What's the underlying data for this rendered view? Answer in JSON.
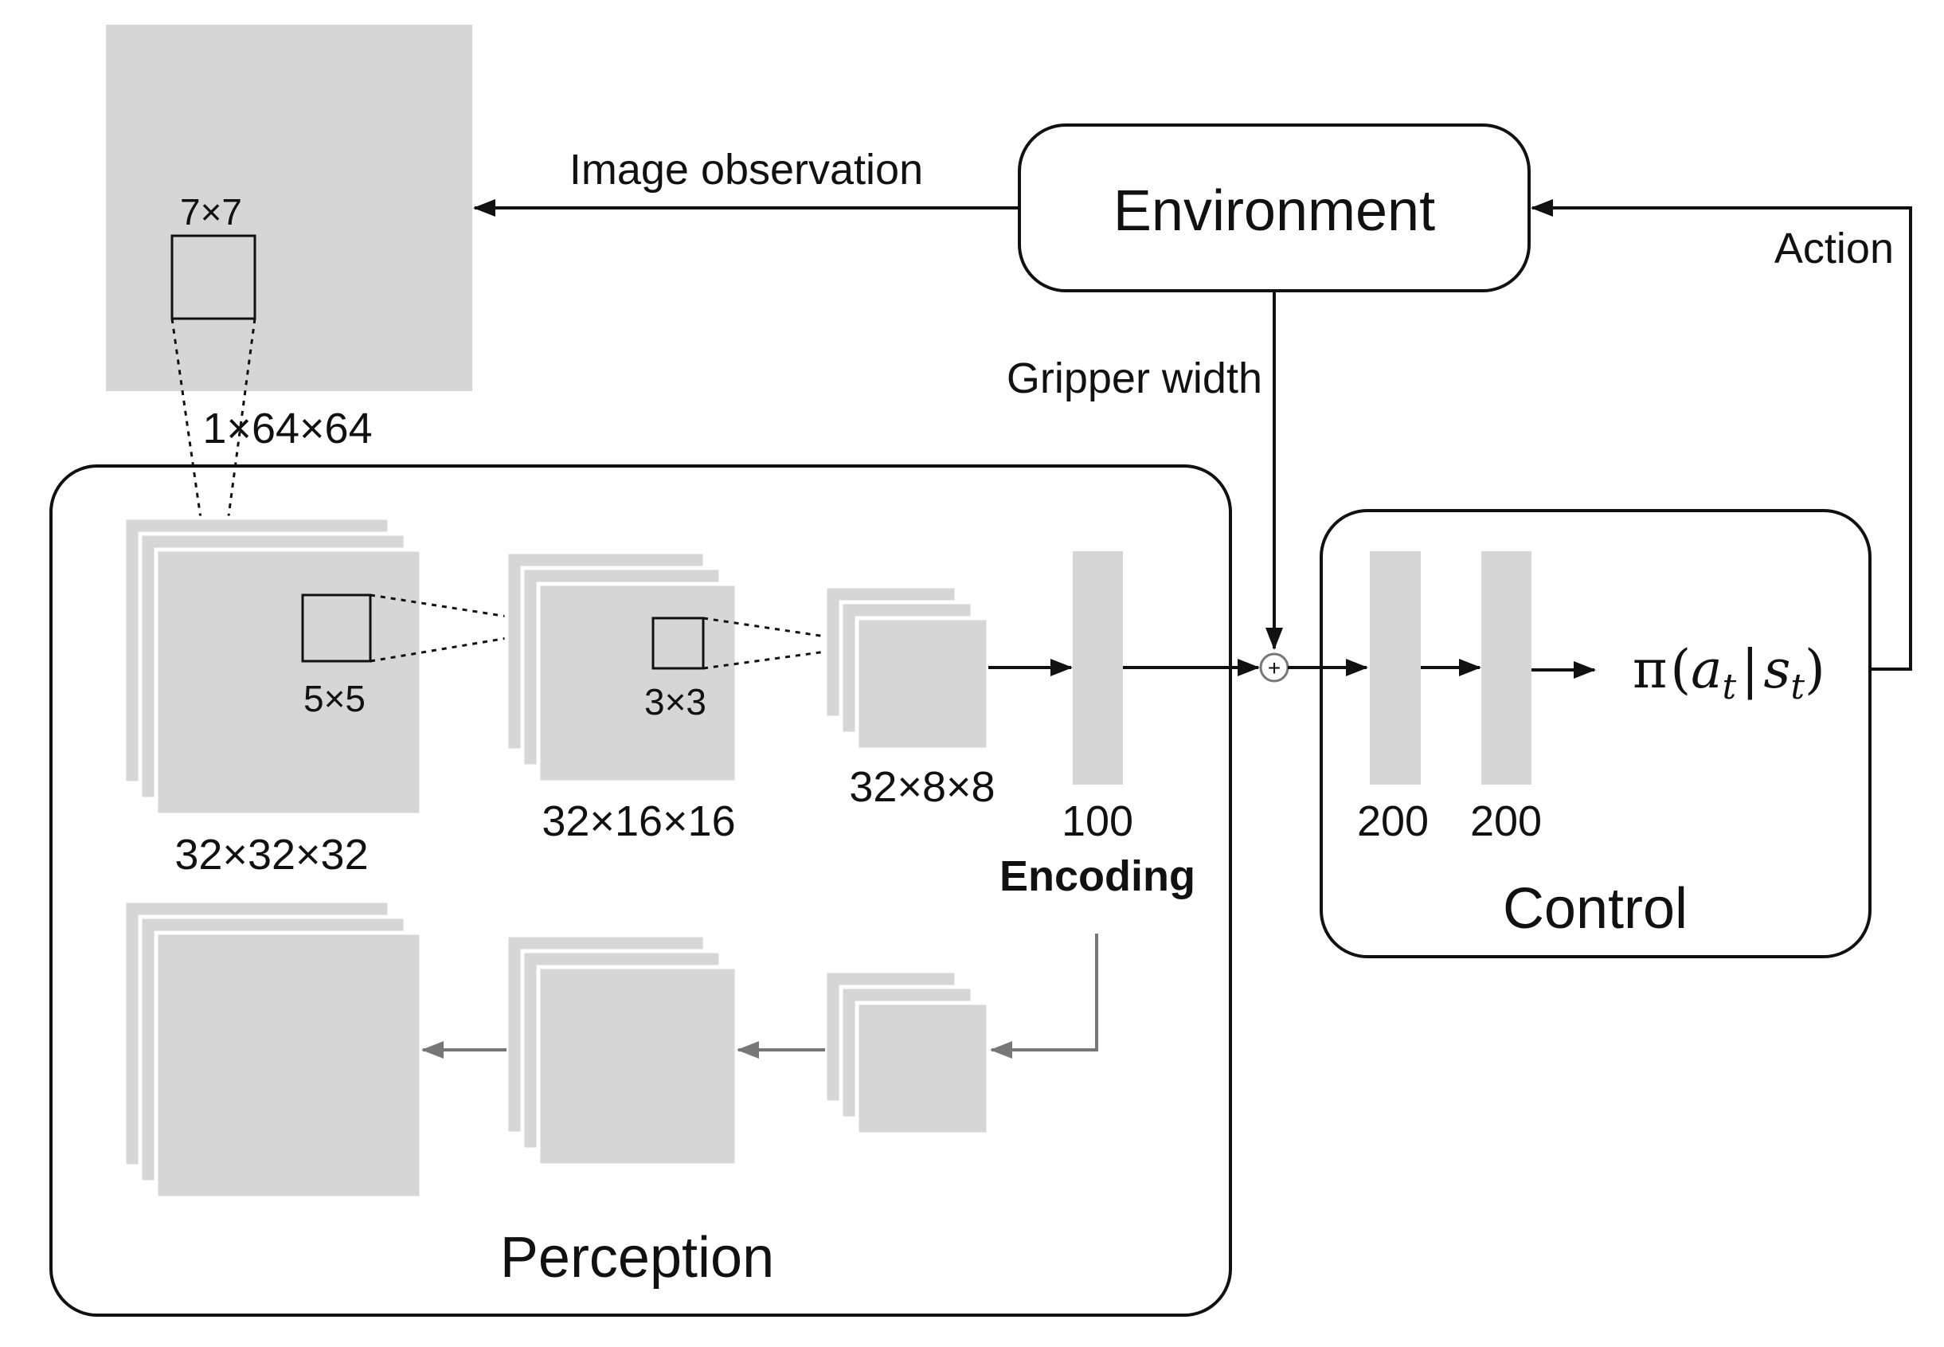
{
  "observation": {
    "kernel_label": "7×7",
    "size_label": "1×64×64",
    "edge_label": "Image observation"
  },
  "environment": {
    "title": "Environment"
  },
  "gripper": {
    "label": "Gripper width"
  },
  "action": {
    "label": "Action"
  },
  "perception": {
    "title": "Perception",
    "conv1": {
      "size": "32×32×32",
      "kernel": "5×5"
    },
    "conv2": {
      "size": "32×16×16",
      "kernel": "3×3"
    },
    "conv3": {
      "size": "32×8×8"
    },
    "encoding": {
      "size": "100",
      "label": "Encoding"
    }
  },
  "concat": {
    "symbol": "+"
  },
  "control": {
    "title": "Control",
    "layers": [
      "200",
      "200"
    ],
    "policy_label": "π(a_t|s_t)"
  },
  "colors": {
    "block_fill": "#d6d6d6",
    "stroke": "#111111",
    "decoder_arrow": "#777777"
  }
}
